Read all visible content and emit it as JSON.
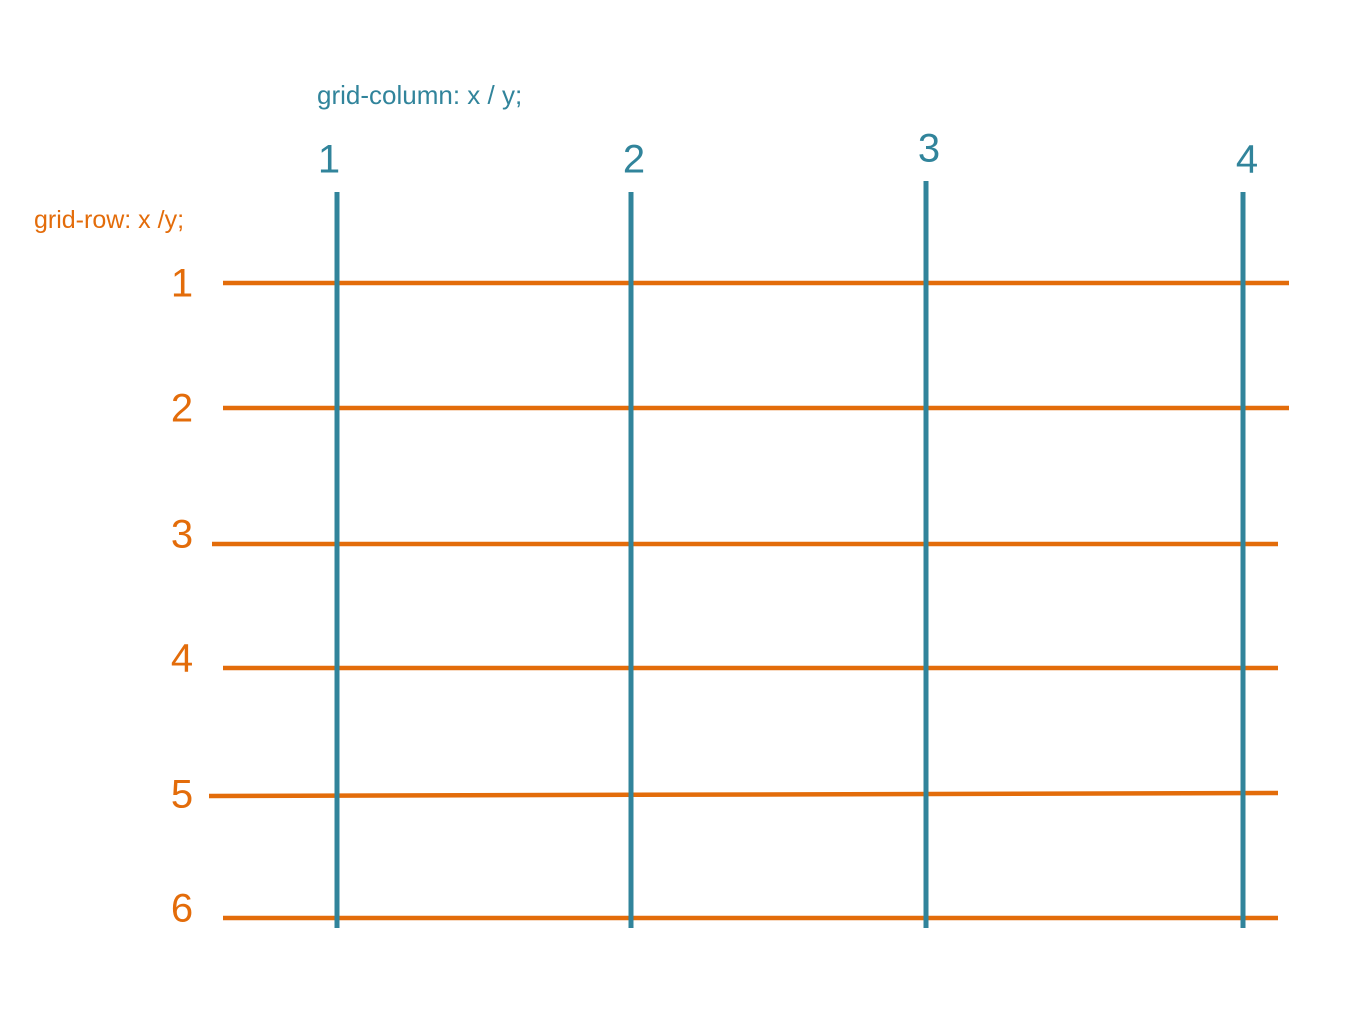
{
  "column_caption": "grid-column: x / y;",
  "row_caption": "grid-row: x /y;",
  "column_lines": [
    "1",
    "2",
    "3",
    "4"
  ],
  "row_lines": [
    "1",
    "2",
    "3",
    "4",
    "5",
    "6"
  ],
  "colors": {
    "column": "#31849b",
    "row": "#e36c0a",
    "background": "#ffffff"
  }
}
